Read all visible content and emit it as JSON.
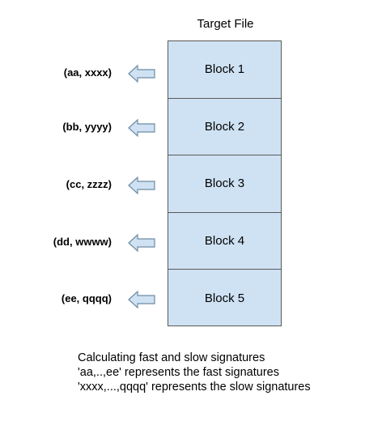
{
  "diagram": {
    "title": "Target File",
    "blocks": [
      {
        "label": "Block 1",
        "signature": "(aa, xxxx)"
      },
      {
        "label": "Block 2",
        "signature": "(bb, yyyy)"
      },
      {
        "label": "Block 3",
        "signature": "(cc, zzzz)"
      },
      {
        "label": "Block 4",
        "signature": "(dd, wwww)"
      },
      {
        "label": "Block 5",
        "signature": "(ee, qqqq)"
      }
    ],
    "notes": [
      "Calculating fast and slow signatures",
      "'aa,..,ee' represents the fast signatures",
      "'xxxx,...,qqqq' represents the slow signatures"
    ],
    "colors": {
      "block_fill": "#cfe2f3",
      "block_border": "#595959",
      "arrow_fill": "#cfe2f3",
      "arrow_stroke": "#6d8ba3"
    }
  }
}
